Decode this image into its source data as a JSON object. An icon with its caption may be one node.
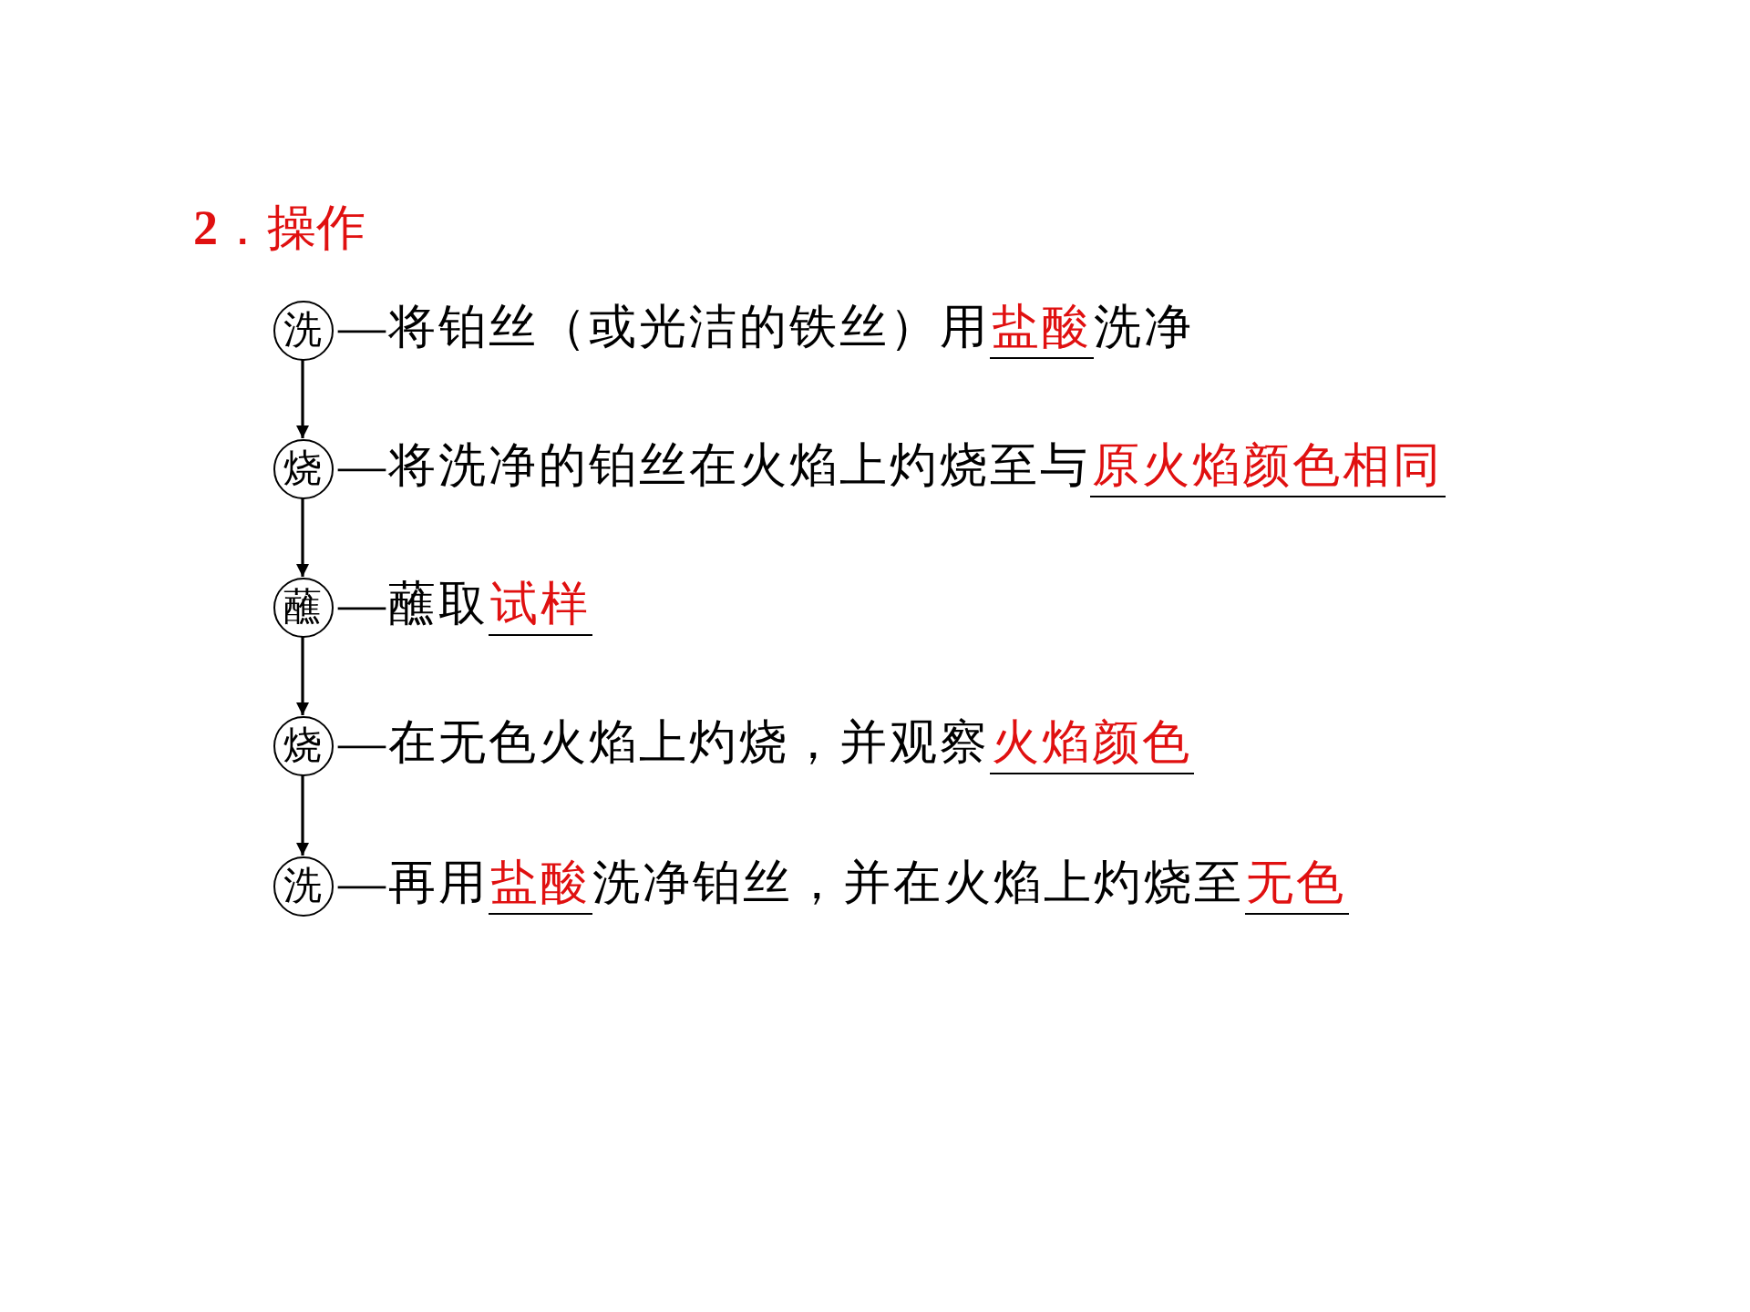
{
  "diagram": {
    "title": "**2**．操作",
    "nodes": [
      {
        "text": [
          "洗"
        ],
        "beside": [
          "—将铂丝（或光洁的铁丝）用",
          "盐酸",
          "洗净"
        ]
      },
      {
        "text": [
          "烧"
        ],
        "beside": [
          "—将洗净的铂丝在火焰上灼烧至与",
          "原火焰颜色相同"
        ]
      },
      {
        "text": [
          "蘸"
        ],
        "beside": [
          "—蘸取",
          "试样"
        ]
      },
      {
        "text": [
          "烧"
        ],
        "beside": [
          "—在无色火焰上灼烧，并观察",
          "火焰颜色"
        ]
      },
      {
        "text": [
          "洗"
        ],
        "beside": [
          "—再用",
          "盐酸",
          "洗净铂丝，并在火焰上灼烧至",
          "无色"
        ]
      }
    ],
    "edges": [
      {
        "from": 0,
        "to": 1,
        "arrow": "to"
      },
      {
        "from": 1,
        "to": 2,
        "arrow": "to"
      },
      {
        "from": 2,
        "to": 3,
        "arrow": "to"
      },
      {
        "from": 3,
        "to": 4,
        "arrow": "to"
      }
    ]
  }
}
